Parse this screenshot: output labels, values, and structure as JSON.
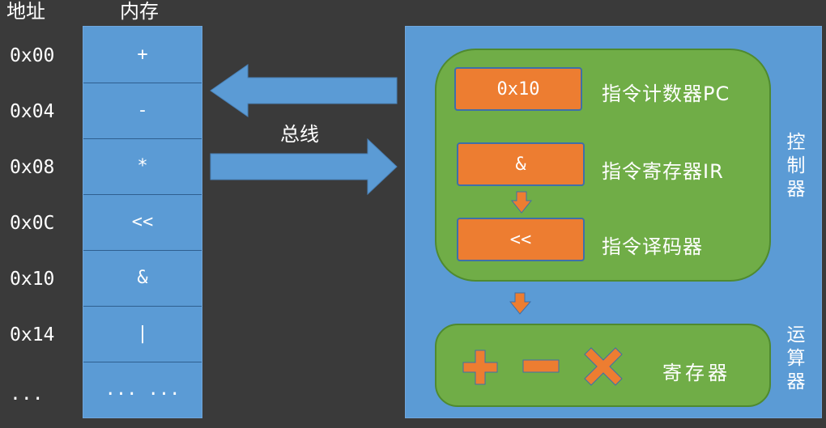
{
  "headers": {
    "address": "地址",
    "memory": "内存"
  },
  "memory": [
    {
      "address": "0x00",
      "value": "+"
    },
    {
      "address": "0x04",
      "value": "-"
    },
    {
      "address": "0x08",
      "value": "*"
    },
    {
      "address": "0x0C",
      "value": "<<"
    },
    {
      "address": "0x10",
      "value": "&"
    },
    {
      "address": "0x14",
      "value": "|"
    },
    {
      "address": "...",
      "value": "... ..."
    }
  ],
  "bus_label": "总线",
  "controller": {
    "side_label": [
      "控",
      "制",
      "器"
    ],
    "pc": {
      "value": "0x10",
      "label": "指令计数器PC"
    },
    "ir": {
      "value": "&",
      "label": "指令寄存器IR"
    },
    "decoder": {
      "value": "<<",
      "label": "指令译码器"
    }
  },
  "alu": {
    "side_label": [
      "运",
      "算",
      "器"
    ],
    "register_label": "寄存器",
    "op_icons": [
      "plus-icon",
      "minus-icon",
      "multiply-icon"
    ]
  },
  "colors": {
    "background": "#3a3a3a",
    "blue": "#5b9bd5",
    "green": "#70ad47",
    "orange": "#ed7d31"
  }
}
